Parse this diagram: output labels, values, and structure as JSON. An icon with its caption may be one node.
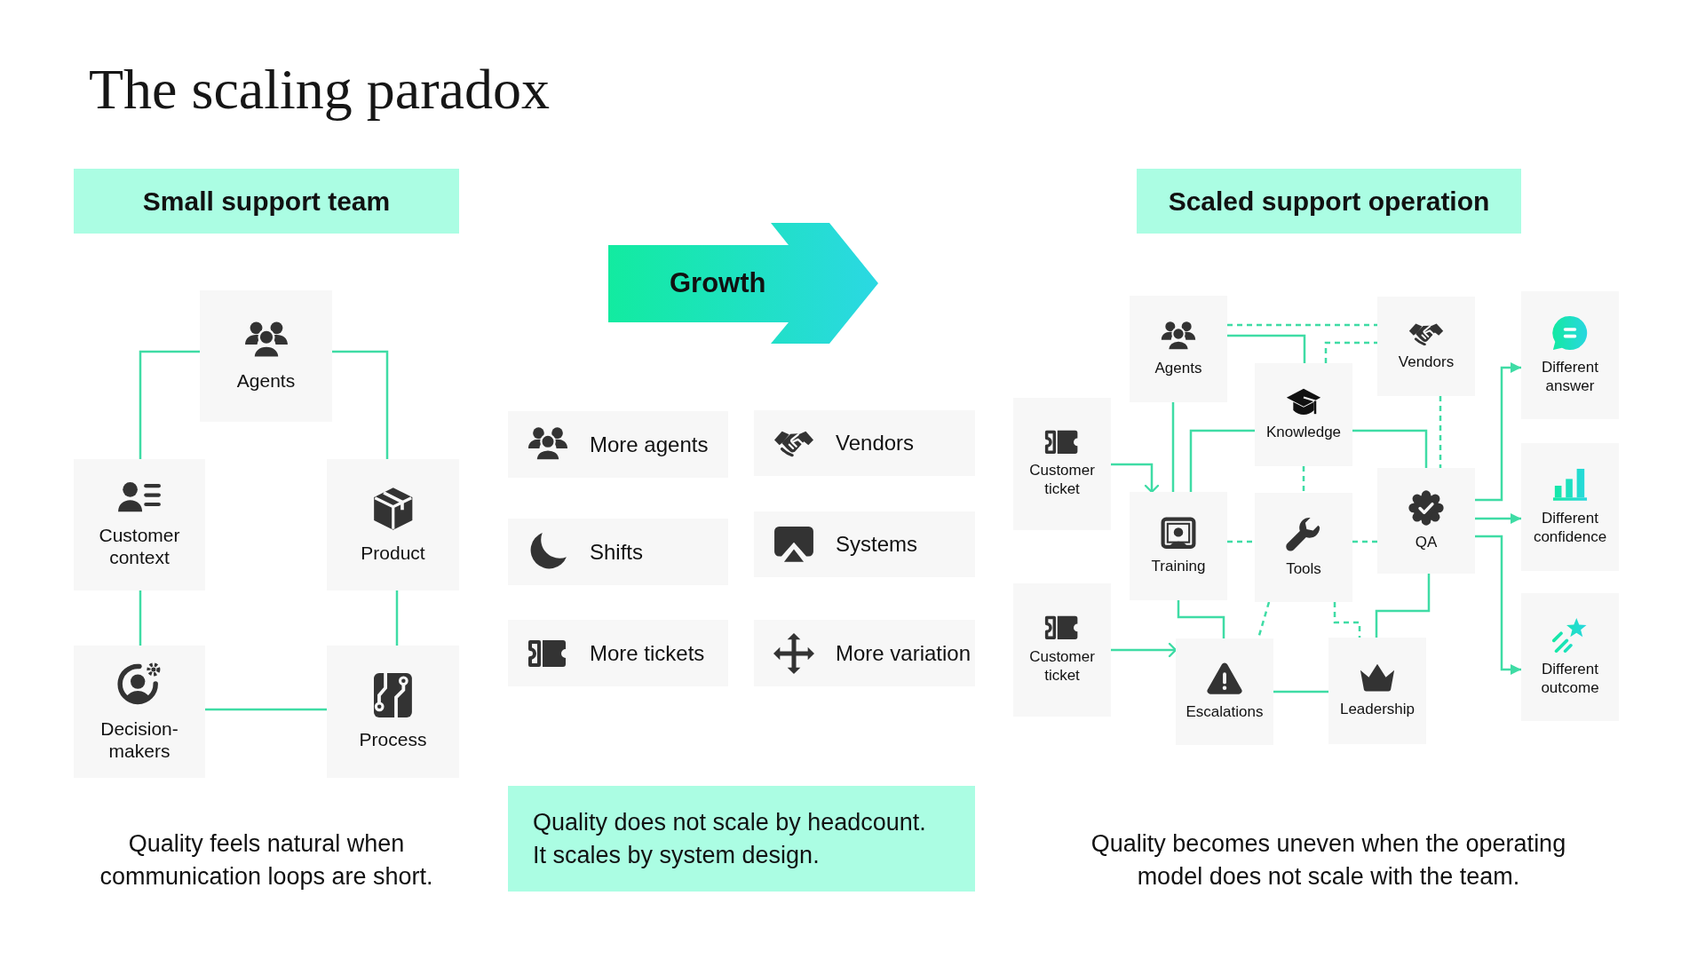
{
  "diagram": {
    "title": "The scaling paradox",
    "nodes": [
      {
        "text": [
          "Small support team"
        ]
      },
      {
        "text": [
          "Agents"
        ]
      },
      {
        "text": [
          "Customer context"
        ]
      },
      {
        "text": [
          "Product"
        ]
      },
      {
        "text": [
          "Decision-makers"
        ]
      },
      {
        "text": [
          "Process"
        ]
      },
      {
        "text": [
          "Growth"
        ]
      },
      {
        "text": [
          "More agents"
        ]
      },
      {
        "text": [
          "Vendors"
        ]
      },
      {
        "text": [
          "Shifts"
        ]
      },
      {
        "text": [
          "Systems"
        ]
      },
      {
        "text": [
          "More tickets"
        ]
      },
      {
        "text": [
          "More variation"
        ]
      },
      {
        "text": [
          "Quality does not scale by headcount. It scales by system design."
        ]
      },
      {
        "text": [
          "Scaled support operation"
        ]
      },
      {
        "text": [
          "Customer ticket"
        ]
      },
      {
        "text": [
          "Customer ticket"
        ]
      },
      {
        "text": [
          "Agents"
        ]
      },
      {
        "text": [
          "Knowledge"
        ]
      },
      {
        "text": [
          "Vendors"
        ]
      },
      {
        "text": [
          "Training"
        ]
      },
      {
        "text": [
          "Tools"
        ]
      },
      {
        "text": [
          "QA"
        ]
      },
      {
        "text": [
          "Escalations"
        ]
      },
      {
        "text": [
          "Leadership"
        ]
      },
      {
        "text": [
          "Different answer"
        ]
      },
      {
        "text": [
          "Different confidence"
        ]
      },
      {
        "text": [
          "Different outcome"
        ]
      }
    ],
    "edges": [
      {
        "from": 1,
        "to": 2,
        "arrow": "none"
      },
      {
        "from": 1,
        "to": 3,
        "arrow": "none"
      },
      {
        "from": 2,
        "to": 4,
        "arrow": "none"
      },
      {
        "from": 3,
        "to": 5,
        "arrow": "none"
      },
      {
        "from": 4,
        "to": 5,
        "arrow": "none"
      },
      {
        "from": 15,
        "to": 20,
        "arrow": "to"
      },
      {
        "from": 16,
        "to": 23,
        "arrow": "to"
      },
      {
        "from": 17,
        "to": 18,
        "arrow": "none"
      },
      {
        "from": 17,
        "to": 19,
        "arrow": "none",
        "style": "dashed"
      },
      {
        "from": 18,
        "to": 19,
        "arrow": "none",
        "style": "dashed"
      },
      {
        "from": 17,
        "to": 20,
        "arrow": "none"
      },
      {
        "from": 18,
        "to": 20,
        "arrow": "none"
      },
      {
        "from": 18,
        "to": 22,
        "arrow": "none"
      },
      {
        "from": 18,
        "to": 21,
        "arrow": "none",
        "style": "dashed"
      },
      {
        "from": 19,
        "to": 22,
        "arrow": "none",
        "style": "dashed"
      },
      {
        "from": 20,
        "to": 21,
        "arrow": "none",
        "style": "dashed"
      },
      {
        "from": 21,
        "to": 22,
        "arrow": "none",
        "style": "dashed"
      },
      {
        "from": 20,
        "to": 23,
        "arrow": "none"
      },
      {
        "from": 21,
        "to": 23,
        "arrow": "none",
        "style": "dashed"
      },
      {
        "from": 21,
        "to": 24,
        "arrow": "none",
        "style": "dashed"
      },
      {
        "from": 22,
        "to": 24,
        "arrow": "none"
      },
      {
        "from": 23,
        "to": 24,
        "arrow": "none"
      },
      {
        "from": 22,
        "to": 25,
        "arrow": "to"
      },
      {
        "from": 22,
        "to": 26,
        "arrow": "to"
      },
      {
        "from": 22,
        "to": 27,
        "arrow": "to"
      }
    ],
    "labels": [
      "Quality feels natural when communication loops are short.",
      "Quality becomes uneven when the operating model does not scale with the team."
    ]
  }
}
